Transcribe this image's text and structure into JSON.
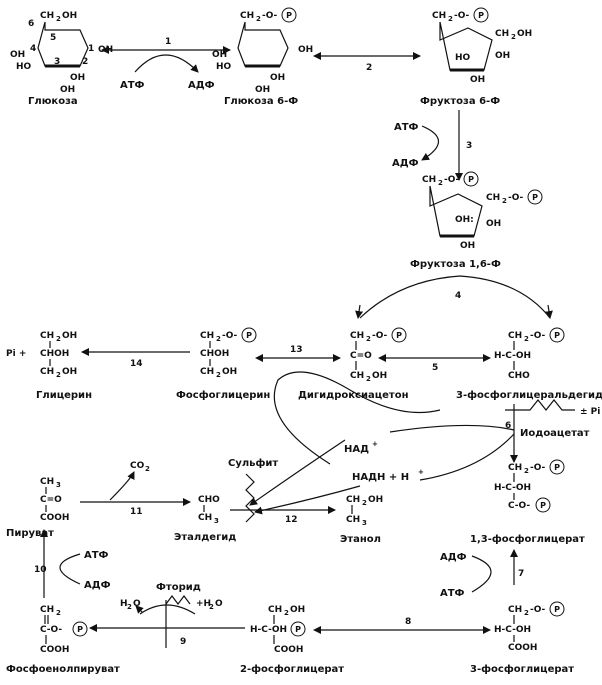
{
  "compounds": {
    "glucose": "Глюкоза",
    "glucose6p": "Глюкоза 6-Ф",
    "fructose6p": "Фруктоза 6-Ф",
    "fructose16p": "Фруктоза 1,6-Ф",
    "glycerol": "Глицерин",
    "phosphoglycerol": "Фосфоглицерин",
    "dhap": "Дигидроксиацетон",
    "g3p": "3-фосфоглицеральдегид",
    "iodoacetate": "Иодоацетат",
    "pyruvate": "Пируват",
    "acetaldehyde": "Эталдегид",
    "ethanol": "Этанол",
    "bpg13": "1,3-фосфоглицерат",
    "pep": "Фосфоенолпируват",
    "pg2": "2-фосфоглицерат",
    "pg3": "3-фосфоглицерат"
  },
  "cofactors": {
    "atp": "АТФ",
    "adp": "АДФ",
    "nad": "НАД",
    "nadh": "НАДН + Н",
    "plus": "+",
    "sulfite": "Сульфит",
    "fluoride": "Фторид",
    "co2": "CO",
    "co2_sub": "2",
    "h2o": "H",
    "plus_h2o": "+H",
    "o": "O",
    "pi_plus": "Pi +",
    "pm_pi": "± Pi"
  },
  "steps": [
    "1",
    "2",
    "3",
    "4",
    "5",
    "6",
    "7",
    "8",
    "9",
    "10",
    "11",
    "12",
    "13",
    "14"
  ],
  "phosphate_symbol": "P",
  "atoms": {
    "ch2oh": "CH",
    "oh": "OH",
    "ho": "HO",
    "ch2o": "CH",
    "cho": "CHO",
    "choh": "CHOH",
    "c_eq_o": "C=O",
    "h_c_oh": "H-C-OH",
    "ch3": "CH",
    "cooh": "COOH",
    "c_o": "C-O-",
    "ch2": "CH",
    "sub2": "2",
    "sub3": "3",
    "ring_6": "6",
    "ring_5": "5",
    "ring_4": "4",
    "ring_3": "3",
    "ring_2": "2",
    "ring_1": "1",
    "o_dash": "-O-",
    "dots": "OH:"
  }
}
